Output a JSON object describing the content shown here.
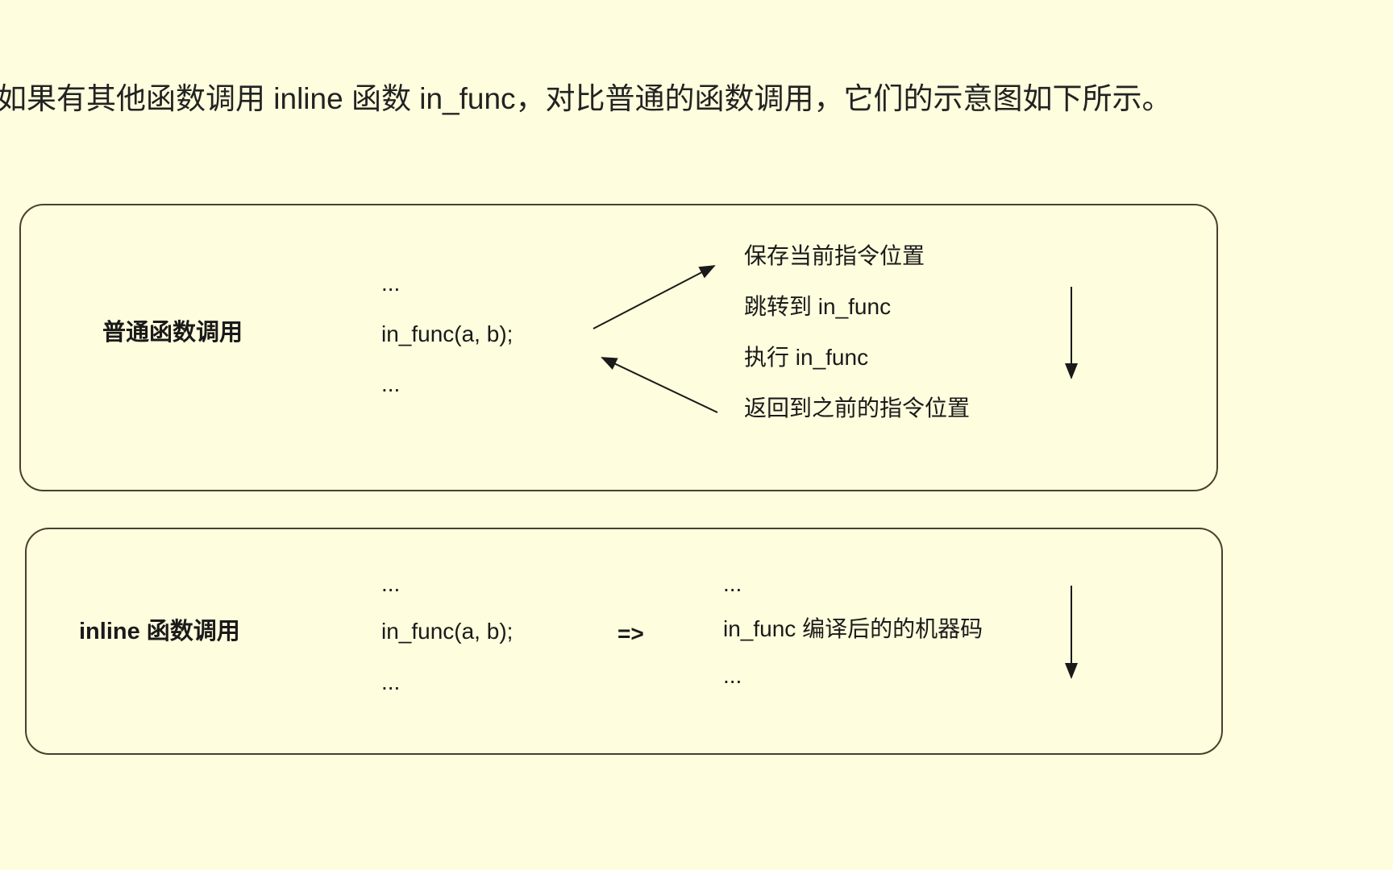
{
  "heading": "如果有其他函数调用 inline 函数 in_func，对比普通的函数调用，它们的示意图如下所示。",
  "normal": {
    "label": "普通函数调用",
    "code": [
      "...",
      "in_func(a, b);",
      "..."
    ],
    "steps": [
      "保存当前指令位置",
      "跳转到 in_func",
      "执行 in_func",
      "返回到之前的指令位置"
    ]
  },
  "inline": {
    "label": "inline 函数调用",
    "code": [
      "...",
      "in_func(a, b);",
      "..."
    ],
    "arrow": "=>",
    "result": [
      "...",
      "in_func 编译后的的机器码",
      "..."
    ]
  },
  "colors": {
    "background": "#fefdde",
    "border": "#4a3f2c"
  }
}
